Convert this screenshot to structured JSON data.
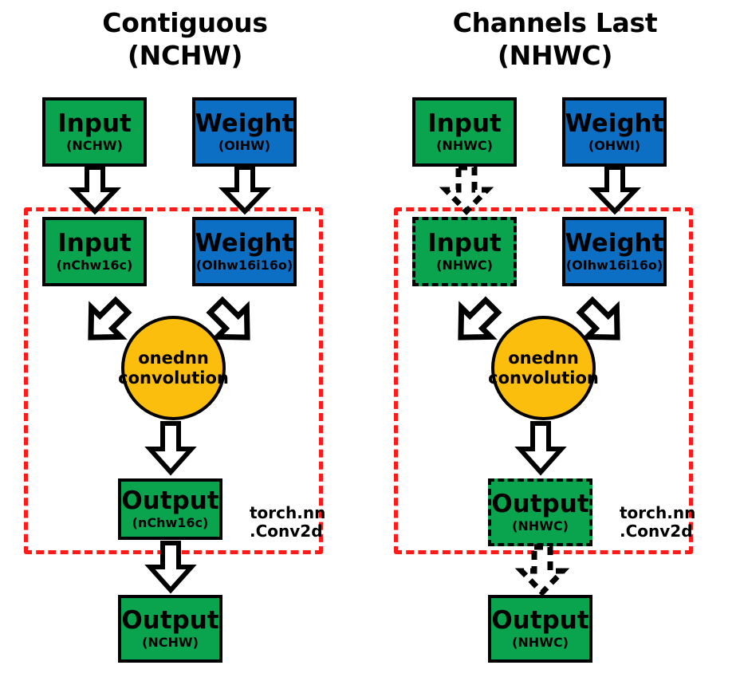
{
  "figure": {
    "title_text": "Contiguous (NCHW) vs Channels Last (NHWC) oneDNN convolution memory-format flow",
    "colors": {
      "green": "#0aa44f",
      "blue": "#0d6fc4",
      "amber": "#fbbe0c",
      "red_dashed": "#ff1a1a",
      "outline": "#000000"
    }
  },
  "panels": [
    {
      "id": "contiguous",
      "title_line1": "Contiguous",
      "title_line2": "(NCHW)",
      "region_label_line1": "torch.nn",
      "region_label_line2": ".Conv2d",
      "nodes": {
        "top_input": {
          "label": "Input",
          "sub": "(NCHW)",
          "style": "green-solid"
        },
        "top_weight": {
          "label": "Weight",
          "sub": "(OIHW)",
          "style": "blue-solid"
        },
        "inner_input": {
          "label": "Input",
          "sub": "(nChw16c)",
          "style": "green-solid"
        },
        "inner_weight": {
          "label": "Weight",
          "sub": "(OIhw16i16o)",
          "style": "blue-solid"
        },
        "op": {
          "line1": "onednn",
          "line2": "convolution",
          "style": "amber-circle"
        },
        "inner_output": {
          "label": "Output",
          "sub": "(nChw16c)",
          "style": "green-solid"
        },
        "bottom_output": {
          "label": "Output",
          "sub": "(NCHW)",
          "style": "green-solid"
        }
      },
      "arrows": {
        "input_to_inner": "solid",
        "weight_to_inner": "solid",
        "inner_input_to_op": "solid",
        "inner_weight_to_op": "solid",
        "op_to_output": "solid",
        "output_to_bottom": "solid"
      }
    },
    {
      "id": "channels_last",
      "title_line1": "Channels Last",
      "title_line2": "(NHWC)",
      "region_label_line1": "torch.nn",
      "region_label_line2": ".Conv2d",
      "nodes": {
        "top_input": {
          "label": "Input",
          "sub": "(NHWC)",
          "style": "green-solid"
        },
        "top_weight": {
          "label": "Weight",
          "sub": "(OHWI)",
          "style": "blue-solid"
        },
        "inner_input": {
          "label": "Input",
          "sub": "(NHWC)",
          "style": "green-dashed"
        },
        "inner_weight": {
          "label": "Weight",
          "sub": "(OIhw16i16o)",
          "style": "blue-solid"
        },
        "op": {
          "line1": "onednn",
          "line2": "convolution",
          "style": "amber-circle"
        },
        "inner_output": {
          "label": "Output",
          "sub": "(NHWC)",
          "style": "green-dashed"
        },
        "bottom_output": {
          "label": "Output",
          "sub": "(NHWC)",
          "style": "green-solid"
        }
      },
      "arrows": {
        "input_to_inner": "dashed",
        "weight_to_inner": "solid",
        "inner_input_to_op": "solid",
        "inner_weight_to_op": "solid",
        "op_to_output": "solid",
        "output_to_bottom": "dashed"
      }
    }
  ]
}
